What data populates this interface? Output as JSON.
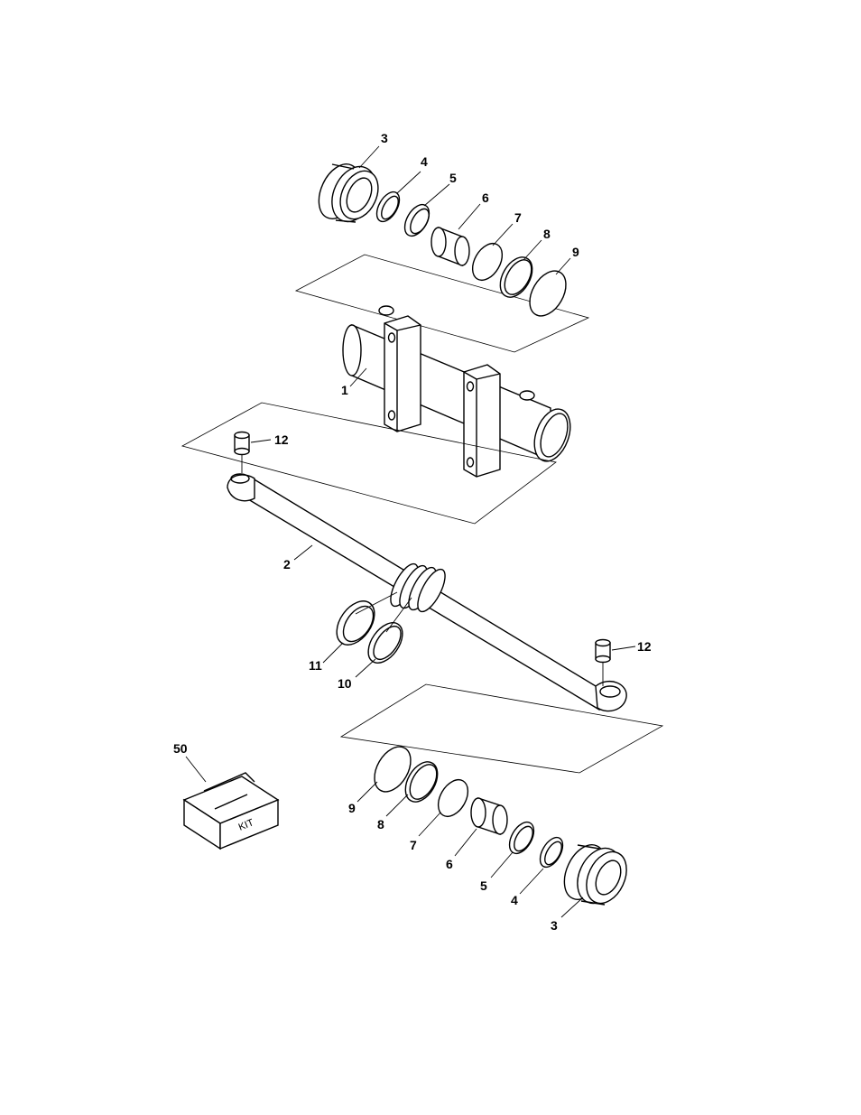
{
  "diagram": {
    "callouts": [
      {
        "id": "c3a",
        "label": "3"
      },
      {
        "id": "c4a",
        "label": "4"
      },
      {
        "id": "c5a",
        "label": "5"
      },
      {
        "id": "c6a",
        "label": "6"
      },
      {
        "id": "c7a",
        "label": "7"
      },
      {
        "id": "c8a",
        "label": "8"
      },
      {
        "id": "c9a",
        "label": "9"
      },
      {
        "id": "c1",
        "label": "1"
      },
      {
        "id": "c12a",
        "label": "12"
      },
      {
        "id": "c2",
        "label": "2"
      },
      {
        "id": "c11",
        "label": "11"
      },
      {
        "id": "c10",
        "label": "10"
      },
      {
        "id": "c12b",
        "label": "12"
      },
      {
        "id": "c50",
        "label": "50"
      },
      {
        "id": "c9b",
        "label": "9"
      },
      {
        "id": "c8b",
        "label": "8"
      },
      {
        "id": "c7b",
        "label": "7"
      },
      {
        "id": "c6b",
        "label": "6"
      },
      {
        "id": "c5b",
        "label": "5"
      },
      {
        "id": "c4b",
        "label": "4"
      },
      {
        "id": "c3b",
        "label": "3"
      }
    ],
    "kit_box_label": "KIT"
  }
}
